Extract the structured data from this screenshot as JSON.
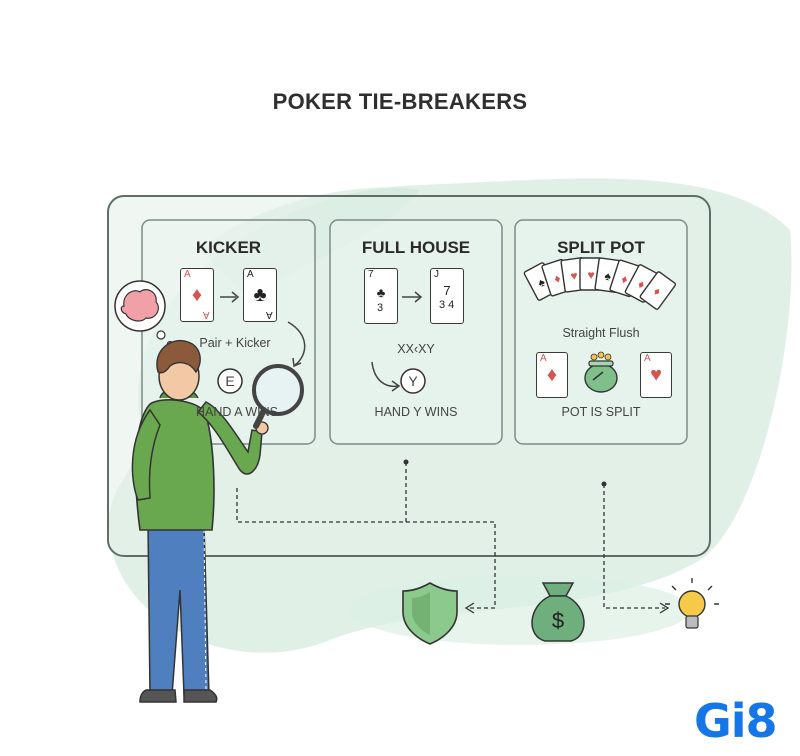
{
  "title": "POKER TIE-BREAKERS",
  "panels": [
    {
      "heading": "KICKER",
      "label1": "Pair + Kicker",
      "badge": "E",
      "result": "HAND A WINS",
      "cards": [
        {
          "rank": "A",
          "suit": "♦",
          "color": "red"
        },
        {
          "rank": "A",
          "suit": "♣",
          "color": "black"
        }
      ]
    },
    {
      "heading": "FULL HOUSE",
      "label1": "XX‹XY",
      "badge": "Y",
      "result": "HAND Y WINS",
      "cards": [
        {
          "rank": "7",
          "rank_b": "3",
          "suit": "♣",
          "color": "black"
        },
        {
          "rank": "J",
          "rank_b": "3 4",
          "suit": "7",
          "color": "black"
        }
      ]
    },
    {
      "heading": "SPLIT POT",
      "label1": "Straight Flush",
      "result": "POT IS SPLIT",
      "cards": [
        {
          "rank": "A",
          "suit": "♦",
          "color": "red"
        },
        {
          "rank": "A",
          "suit": "♥",
          "color": "red"
        }
      ]
    }
  ],
  "colors": {
    "background_blob": "#d8ece1",
    "panel_border": "#5f6f68",
    "hoodie": "#6aa84f",
    "jeans": "#4f7fbf",
    "shield": "#7fbf7f",
    "money_bag": "#6fae7d",
    "bulb": "#f7c948",
    "logo": "#1576e8"
  },
  "icons": [
    "brain-icon",
    "magnifier-icon",
    "shield-icon",
    "money-bag-icon",
    "lightbulb-icon",
    "pot-icon"
  ],
  "logo": "Gi8"
}
